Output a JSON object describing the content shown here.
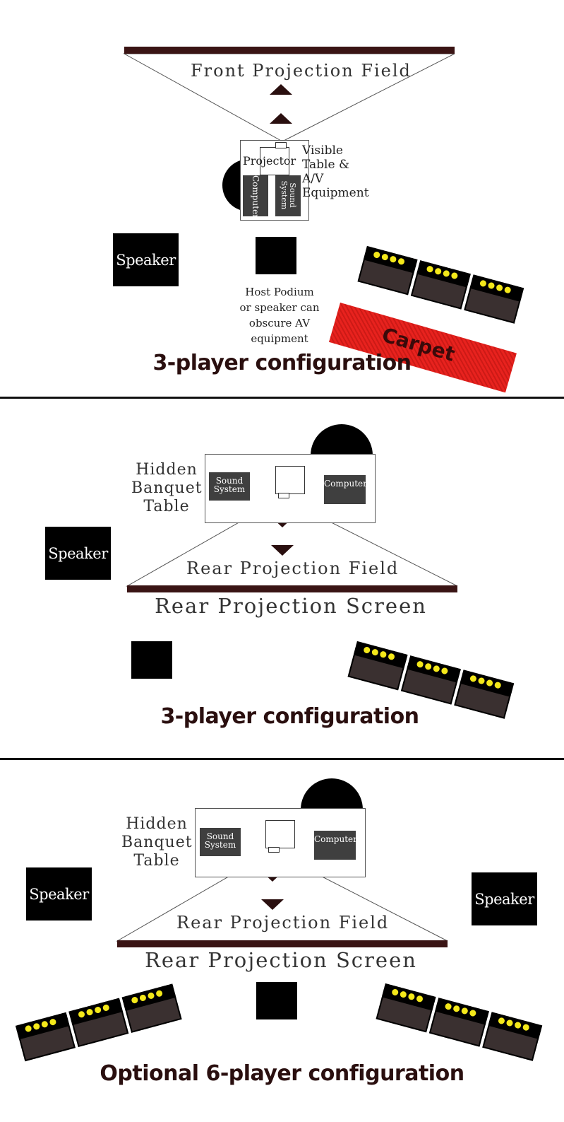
{
  "panel1": {
    "projection_field_label": "Front Projection Field",
    "projector_label": "Projector",
    "computer_label": "Computer",
    "sound_system_label": "Sound System",
    "visible_table_label": "Visible Table & A/V Equipment",
    "speaker_label": "Speaker",
    "podium_note": "Host Podium or speaker can obscure AV equipment",
    "carpet_label": "Carpet",
    "title": "3-player configuration"
  },
  "panel2": {
    "hidden_table_label": "Hidden Banquet Table",
    "sound_system_label": "Sound System",
    "computer_label": "Computer",
    "projection_field_label": "Rear Projection Field",
    "screen_label": "Rear Projection Screen",
    "speaker_label": "Speaker",
    "title": "3-player configuration"
  },
  "panel3": {
    "hidden_table_label": "Hidden Banquet Table",
    "sound_system_label": "Sound System",
    "computer_label": "Computer",
    "projection_field_label": "Rear Projection Field",
    "screen_label": "Rear Projection Screen",
    "speaker_left_label": "Speaker",
    "speaker_right_label": "Speaker",
    "title": "Optional 6-player configuration"
  },
  "colors": {
    "screen": "#3a1414",
    "title": "#2a0f0f",
    "carpet": "#e8221e",
    "button_light": "#f4e81a",
    "equipment": "#3f3f3f"
  }
}
